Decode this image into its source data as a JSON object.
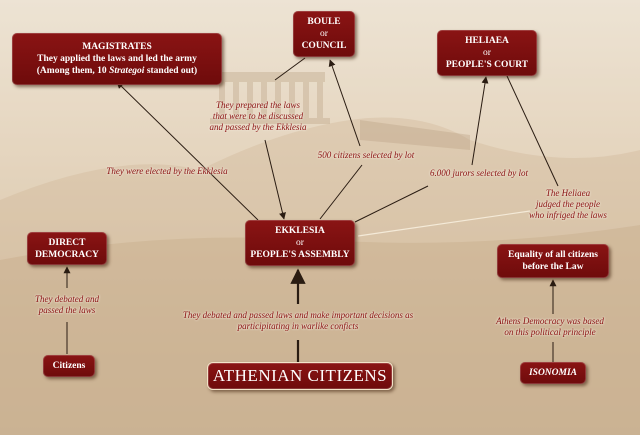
{
  "nodes": {
    "magistrates": {
      "title": "MAGISTRATES",
      "line2": "They applied the laws and led the army",
      "line3_pre": "(Among them, 10 ",
      "line3_em": "Strategoi",
      "line3_post": " standed out)"
    },
    "boule": {
      "l1": "BOULE",
      "l2": "or",
      "l3": "COUNCIL"
    },
    "heliaea": {
      "l1": "HELIAEA",
      "l2": "or",
      "l3": "PEOPLE'S COURT"
    },
    "ekklesia": {
      "l1": "EKKLESIA",
      "l2": "or",
      "l3": "PEOPLE'S ASSEMBLY"
    },
    "direct_democracy": {
      "l1": "DIRECT",
      "l2": "DEMOCRACY"
    },
    "equality": {
      "l1": "Equality of all citizens",
      "l2": "before the Law"
    },
    "citizens_small": "Citizens",
    "athenian_citizens": "ATHENIAN CITIZENS",
    "isonomia": "ISONOMIA"
  },
  "labels": {
    "elected": "They were elected by the Ekklesia",
    "prepared": [
      "They prepared the laws",
      "that were to be discussed",
      "and passed by the Ekklesia"
    ],
    "selected_500": "500 citizens selected by lot",
    "jurors": "6.000 jurors selected by lot",
    "heliaea_judged": [
      "The Heliaea",
      "judged the people",
      "who infriged the laws"
    ],
    "debated_small": [
      "They debated and",
      "passed the laws"
    ],
    "debated_main": [
      "They debated and passed laws and make important decisions as",
      "participitating in warlike conficts"
    ],
    "based": [
      "Athens Democracy was based",
      "on this political principle"
    ]
  },
  "colors": {
    "box": "#7a0f0f",
    "note_text": "#8a1010",
    "line": "#3a2a1c"
  }
}
